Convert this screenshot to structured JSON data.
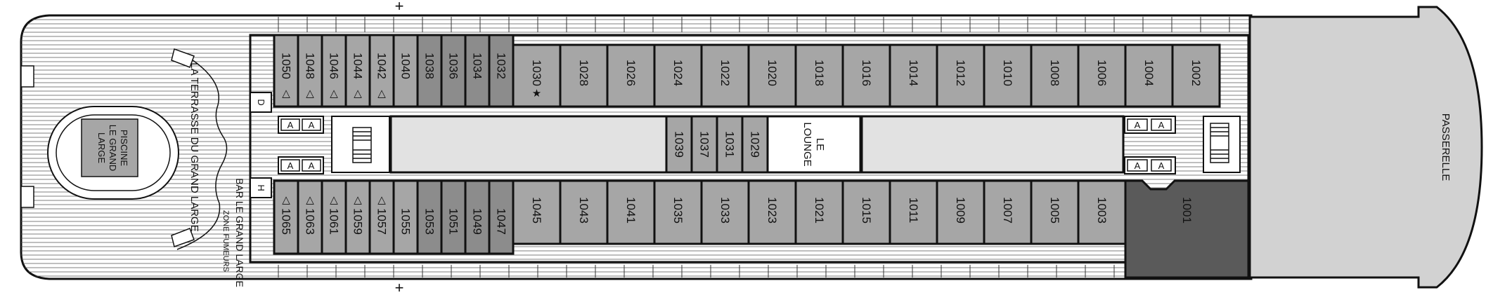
{
  "colors": {
    "deck": "#ffffff",
    "line": "#111111",
    "corridor": "#e2e2e2",
    "cabin_standard": "#a6a6a6",
    "cabin_dark": "#8c8c8c",
    "suite": "#5a5a5a",
    "gangway": "#d2d2d2",
    "pool": "#a6a6a6"
  },
  "symbols": {
    "triangle": "△",
    "star": "★",
    "plus": "+"
  },
  "labels": {
    "piscine": [
      "PISCINE",
      "LE GRAND",
      "LARGE"
    ],
    "terrasse": "LA TERRASSE DU GRAND LARGE",
    "bar": "BAR LE GRAND LARGE",
    "zone": "ZONE FUMEURS",
    "lounge": [
      "LE",
      "LOUNGE"
    ],
    "passerelle": "PASSERELLE",
    "door_d": "D",
    "door_h": "H",
    "acc": "A"
  },
  "cabins_top": [
    {
      "num": "1050",
      "sym": "△",
      "shade": "standard"
    },
    {
      "num": "1048",
      "sym": "△",
      "shade": "standard"
    },
    {
      "num": "1046",
      "sym": "△",
      "shade": "standard"
    },
    {
      "num": "1044",
      "sym": "△",
      "shade": "standard"
    },
    {
      "num": "1042",
      "sym": "△",
      "shade": "standard"
    },
    {
      "num": "1040",
      "sym": "",
      "shade": "standard"
    },
    {
      "num": "1038",
      "sym": "",
      "shade": "dark"
    },
    {
      "num": "1036",
      "sym": "",
      "shade": "dark"
    },
    {
      "num": "1034",
      "sym": "",
      "shade": "dark"
    },
    {
      "num": "1032",
      "sym": "",
      "shade": "dark"
    },
    {
      "num": "1030",
      "sym": "★",
      "shade": "standard"
    },
    {
      "num": "1028",
      "sym": "",
      "shade": "standard"
    },
    {
      "num": "1026",
      "sym": "",
      "shade": "standard"
    },
    {
      "num": "1024",
      "sym": "",
      "shade": "standard"
    },
    {
      "num": "1022",
      "sym": "",
      "shade": "standard"
    },
    {
      "num": "1020",
      "sym": "",
      "shade": "standard"
    },
    {
      "num": "1018",
      "sym": "",
      "shade": "standard"
    },
    {
      "num": "1016",
      "sym": "",
      "shade": "standard"
    },
    {
      "num": "1014",
      "sym": "",
      "shade": "standard"
    },
    {
      "num": "1012",
      "sym": "",
      "shade": "standard"
    },
    {
      "num": "1010",
      "sym": "",
      "shade": "standard"
    },
    {
      "num": "1008",
      "sym": "",
      "shade": "standard"
    },
    {
      "num": "1006",
      "sym": "",
      "shade": "standard"
    },
    {
      "num": "1004",
      "sym": "",
      "shade": "standard"
    },
    {
      "num": "1002",
      "sym": "",
      "shade": "standard"
    }
  ],
  "cabins_bottom": [
    {
      "num": "1065",
      "sym": "△",
      "shade": "standard"
    },
    {
      "num": "1063",
      "sym": "△",
      "shade": "standard"
    },
    {
      "num": "1061",
      "sym": "△",
      "shade": "standard"
    },
    {
      "num": "1059",
      "sym": "△",
      "shade": "standard"
    },
    {
      "num": "1057",
      "sym": "△",
      "shade": "standard"
    },
    {
      "num": "1055",
      "sym": "",
      "shade": "standard"
    },
    {
      "num": "1053",
      "sym": "",
      "shade": "dark"
    },
    {
      "num": "1051",
      "sym": "",
      "shade": "dark"
    },
    {
      "num": "1049",
      "sym": "",
      "shade": "dark"
    },
    {
      "num": "1047",
      "sym": "",
      "shade": "dark"
    },
    {
      "num": "1045",
      "sym": "",
      "shade": "standard"
    },
    {
      "num": "1043",
      "sym": "",
      "shade": "standard"
    },
    {
      "num": "1041",
      "sym": "",
      "shade": "standard"
    },
    {
      "num": "1035",
      "sym": "",
      "shade": "standard"
    },
    {
      "num": "1033",
      "sym": "",
      "shade": "standard"
    },
    {
      "num": "1023",
      "sym": "",
      "shade": "standard"
    },
    {
      "num": "1021",
      "sym": "",
      "shade": "standard"
    },
    {
      "num": "1015",
      "sym": "",
      "shade": "standard"
    },
    {
      "num": "1011",
      "sym": "",
      "shade": "standard"
    },
    {
      "num": "1009",
      "sym": "",
      "shade": "standard"
    },
    {
      "num": "1007",
      "sym": "",
      "shade": "standard"
    },
    {
      "num": "1005",
      "sym": "",
      "shade": "standard"
    },
    {
      "num": "1003",
      "sym": "",
      "shade": "standard"
    }
  ],
  "suite": {
    "num": "1001"
  },
  "cabins_center": [
    {
      "num": "1039"
    },
    {
      "num": "1037"
    },
    {
      "num": "1031"
    },
    {
      "num": "1029"
    }
  ]
}
